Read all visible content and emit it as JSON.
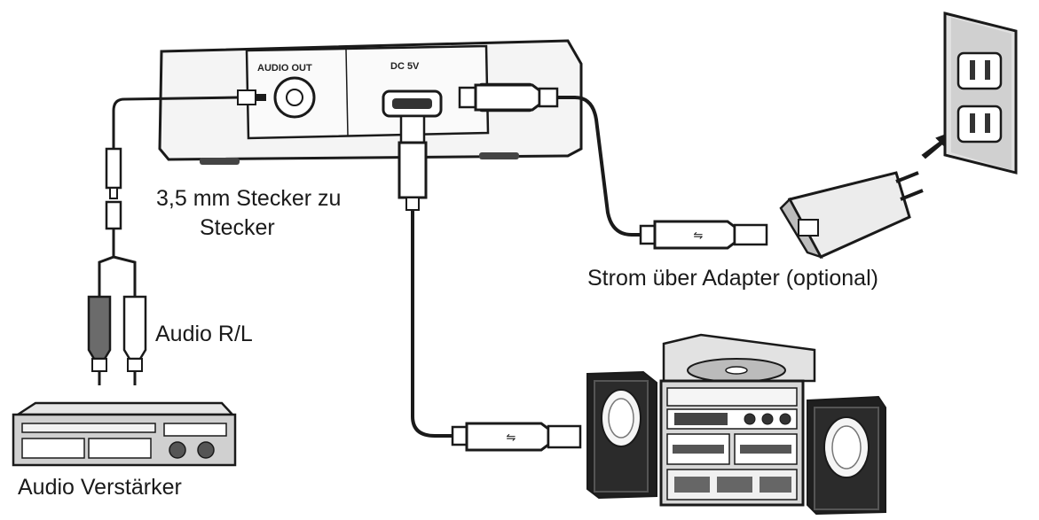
{
  "device": {
    "audio_out_label": "AUDIO OUT",
    "dc_label": "DC 5V"
  },
  "labels": {
    "cable_line1": "3,5 mm Stecker zu",
    "cable_line2": "Stecker",
    "audio_rl": "Audio R/L",
    "power_adapter": "Strom über Adapter (optional)",
    "amplifier": "Audio Verstärker"
  },
  "colors": {
    "line": "#1a1a1a",
    "device_fill": "#f2f2f2",
    "shade": "#d9d9d9"
  }
}
